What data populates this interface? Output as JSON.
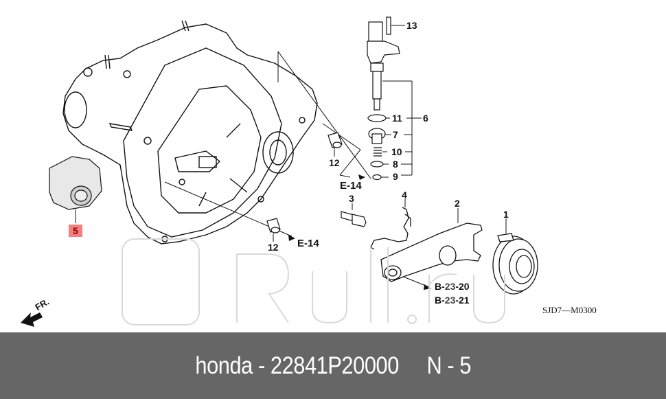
{
  "diagram": {
    "callouts": [
      {
        "id": "1",
        "label": "1"
      },
      {
        "id": "2",
        "label": "2"
      },
      {
        "id": "3",
        "label": "3"
      },
      {
        "id": "4",
        "label": "4"
      },
      {
        "id": "5",
        "label": "5",
        "highlighted": true
      },
      {
        "id": "6",
        "label": "6"
      },
      {
        "id": "7",
        "label": "7"
      },
      {
        "id": "8",
        "label": "8"
      },
      {
        "id": "9",
        "label": "9"
      },
      {
        "id": "10",
        "label": "10"
      },
      {
        "id": "11",
        "label": "11"
      },
      {
        "id": "12a",
        "label": "12"
      },
      {
        "id": "12b",
        "label": "12"
      },
      {
        "id": "13",
        "label": "13"
      }
    ],
    "references": {
      "e14_upper": "E-14",
      "e14_lower": "E-14",
      "b2320": {
        "prefix": "B-",
        "mid": "23",
        "suffix": "-20"
      },
      "b2321": {
        "prefix": "B-",
        "mid": "23",
        "suffix": "-21"
      }
    },
    "direction_indicator": "FR.",
    "diagram_code": "SJD7—M0300",
    "watermark_text": "Rull.ru",
    "colors": {
      "highlight_bg": "#f77e7e",
      "highlight_text": "#8b0000",
      "line": "#111111",
      "watermark": "#d9d9d9"
    }
  },
  "footer": {
    "text": "honda - 22841P20000     N - 5",
    "background": "#666666"
  }
}
